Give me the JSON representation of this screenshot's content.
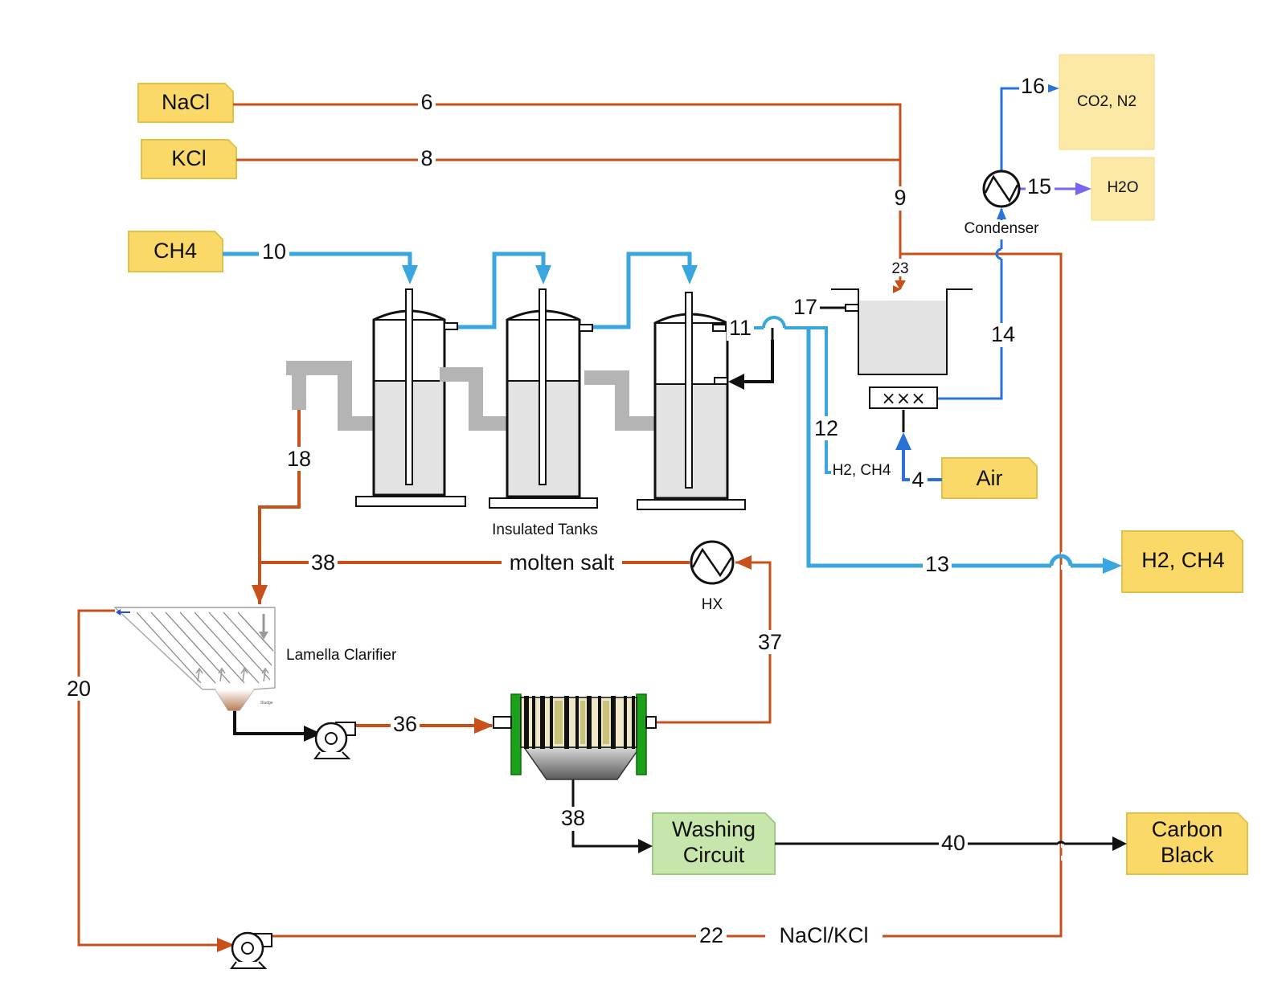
{
  "inputs": {
    "nacl": "NaCl",
    "kcl": "KCl",
    "ch4": "CH4",
    "air": "Air"
  },
  "outputs": {
    "co2_n2": "CO2, N2",
    "h2o": "H2O",
    "h2_ch4": "H2, CH4",
    "carbon_black": [
      "Carbon",
      "Black"
    ]
  },
  "equipment": {
    "tanks": "Insulated Tanks",
    "condenser": "Condenser",
    "hx": "HX",
    "clarifier": "Lamella Clarifier",
    "sludge": "Sludge",
    "washing": [
      "Washing",
      "Circuit"
    ]
  },
  "streams": {
    "s6": "6",
    "s8": "8",
    "s9": "9",
    "s10": "10",
    "s11": "11",
    "s12": "12",
    "s13": "13",
    "s14": "14",
    "s15": "15",
    "s16": "16",
    "s17": "17",
    "s18": "18",
    "s20": "20",
    "s22": "22",
    "s23": "23",
    "s36": "36",
    "s37": "37",
    "s38_top": "38",
    "s38_bottom": "38",
    "s4": "4",
    "s40": "40"
  },
  "stream_texts": {
    "molten_salt": "molten salt",
    "h2_ch4_small": "H2, CH4",
    "nacl_kcl": "NaCl/KCl"
  },
  "colors": {
    "salt": "#c8501a",
    "gas": "#3aa6e0",
    "air_line": "#2a72d8",
    "water": "#7766ee",
    "note_yellow": "#fbd968",
    "note_pale": "#fae8a4",
    "note_green": "#c6e6ac"
  }
}
